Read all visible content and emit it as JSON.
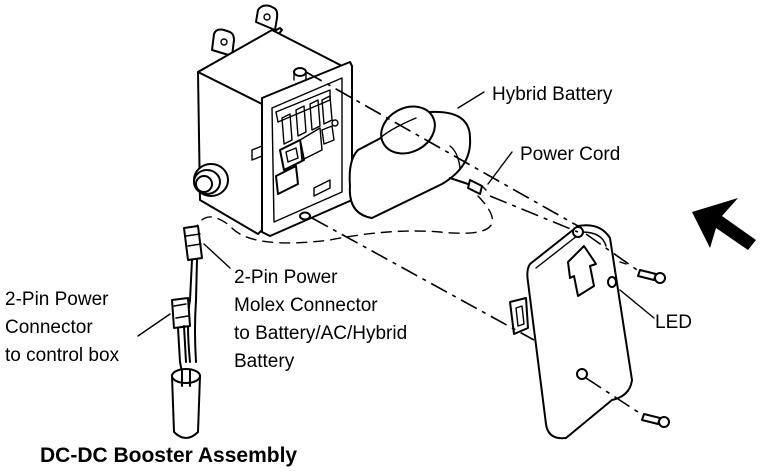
{
  "labels": {
    "hybrid_battery": "Hybrid Battery",
    "power_cord": "Power Cord",
    "led": "LED",
    "pin2_power_line1": "2-Pin Power",
    "pin2_power_line2": "Connector",
    "pin2_power_line3": "to control box",
    "molex_line1": "2-Pin Power",
    "molex_line2": "Molex Connector",
    "molex_line3": "to Battery/AC/Hybrid",
    "molex_line4": "Battery",
    "caption": "DC-DC Booster Assembly"
  }
}
